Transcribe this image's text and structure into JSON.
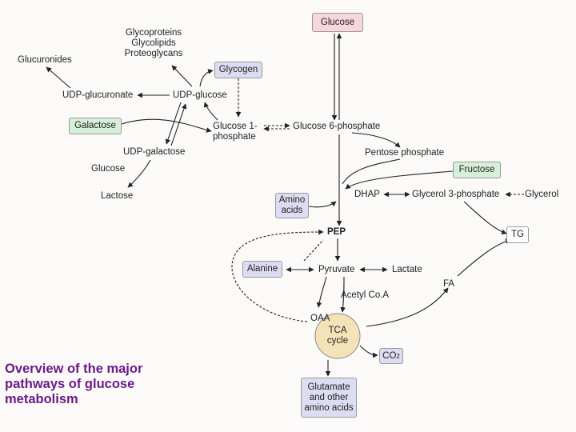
{
  "caption": [
    "Overview of the major",
    "pathways of glucose",
    "metabolism"
  ],
  "boxes": {
    "glucose": "Glucose",
    "glycogen": "Glycogen",
    "galactose": "Galactose",
    "fructose": "Fructose",
    "amino_acids": [
      "Amino",
      "acids"
    ],
    "tg": "TG",
    "alanine": "Alanine",
    "co2": "CO",
    "co2_sub": "2",
    "glutamate": [
      "Glutamate",
      "and other",
      "amino acids"
    ]
  },
  "labels": {
    "glycoproteins": [
      "Glycoproteins",
      "Glycolipids",
      "Proteoglycans"
    ],
    "glucuronides": "Glucuronides",
    "udp_glucuronate": "UDP-glucuronate",
    "udp_glucose": "UDP-glucose",
    "glucose_1_phosphate": [
      "Glucose 1-",
      "phosphate"
    ],
    "glucose_6_phosphate": "Glucose 6-phosphate",
    "udp_galactose": "UDP-galactose",
    "glucose_small": "Glucose",
    "lactose": "Lactose",
    "pentose_phosphate": "Pentose phosphate",
    "dhap": "DHAP",
    "glycerol_3_phosphate": "Glycerol 3-phosphate",
    "glycerol": "Glycerol",
    "pep": "PEP",
    "pyruvate": "Pyruvate",
    "lactate": "Lactate",
    "acetyl_coa": "Acetyl Co.A",
    "fa": "FA",
    "oaa": "OAA",
    "tca_cycle": [
      "TCA",
      "cycle"
    ]
  },
  "colors": {
    "caption": "#6a1a8a",
    "glucose_box": "#f7d6dc",
    "blue_box": "#dcdcf3",
    "green_box": "#d6efd9",
    "tca_circle": "#f5e3b8"
  }
}
